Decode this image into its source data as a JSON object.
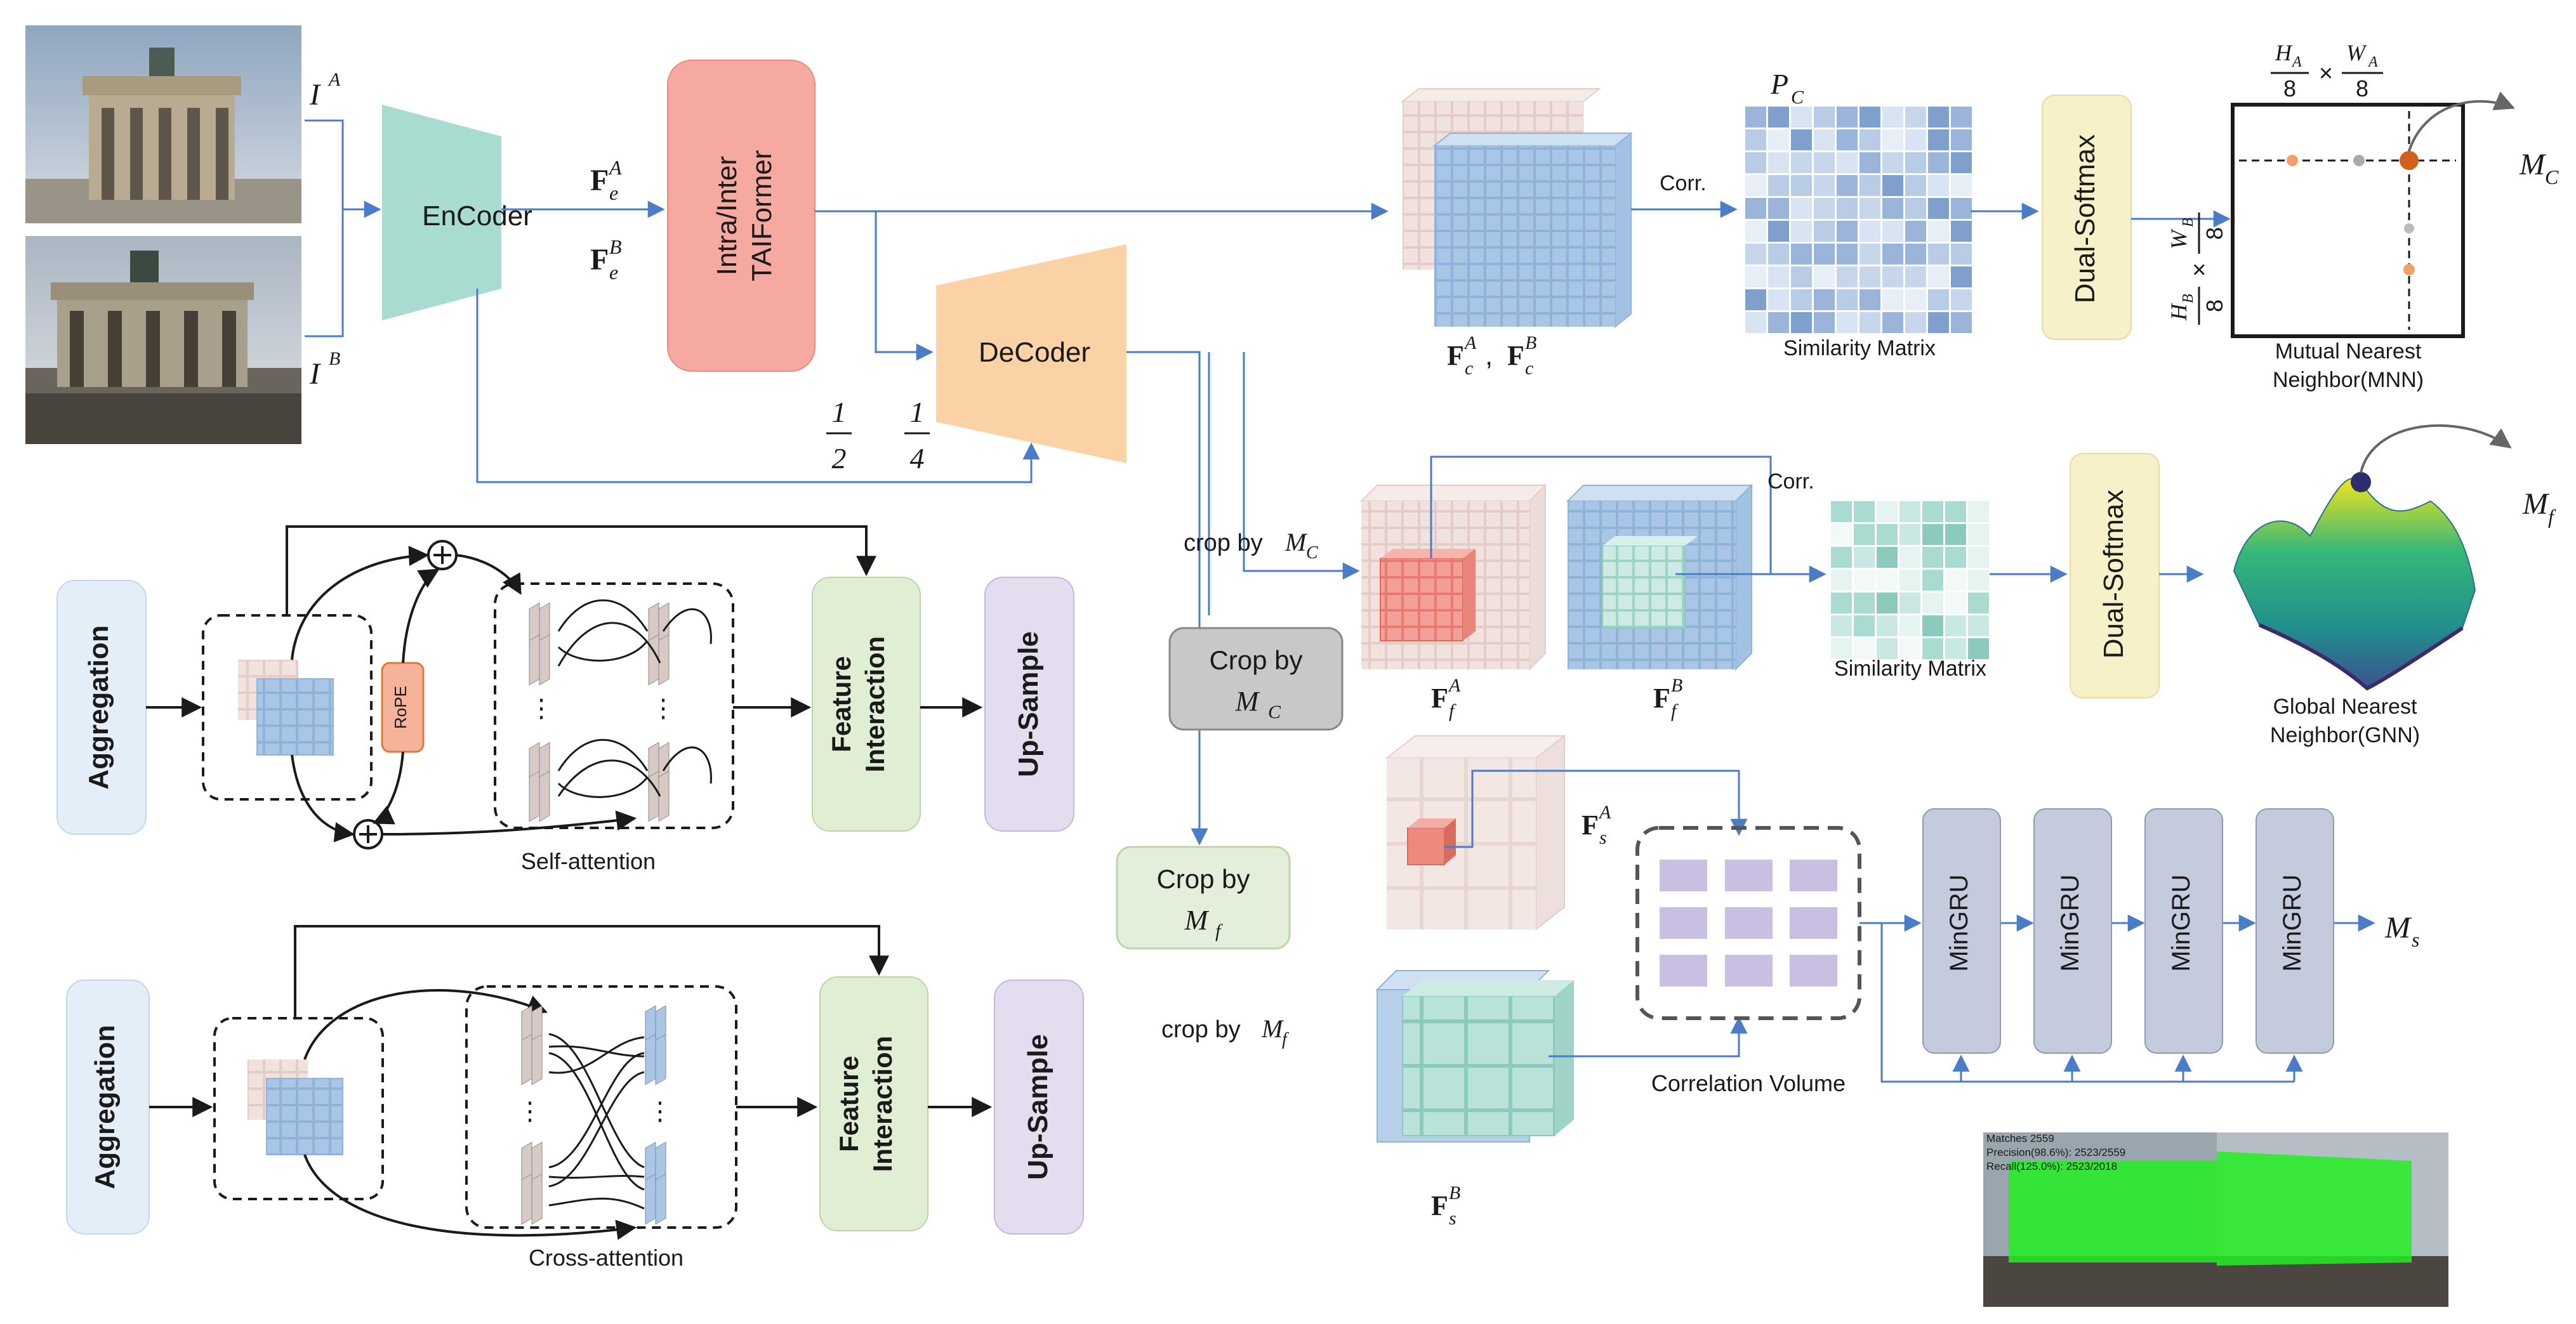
{
  "inputs": {
    "image_a_label": "I",
    "image_a_sup": "A",
    "image_b_label": "I",
    "image_b_sup": "B"
  },
  "encoder": {
    "label": "EnCoder"
  },
  "encoder_features": {
    "a_main": "F",
    "a_sub": "e",
    "a_sup": "A",
    "b_main": "F",
    "b_sub": "e",
    "b_sup": "B"
  },
  "taiformer": {
    "line1": "Intra/Inter",
    "line2": "TAIFormer"
  },
  "decoder": {
    "label": "DeCoder"
  },
  "scales": {
    "half_num": "1",
    "half_den": "2",
    "quarter_num": "1",
    "quarter_den": "4"
  },
  "coarse": {
    "feature_label": "F",
    "feature_sub": "c",
    "feature_a_sup": "A",
    "feature_b_sup": "B",
    "feature_sep": ",",
    "corr_label": "Corr.",
    "pc_main": "P",
    "pc_sub": "C",
    "similarity_label": "Similarity Matrix",
    "dual_softmax": "Dual-Softmax",
    "mnn_line1": "Mutual Nearest",
    "mnn_line2": "Neighbor(MNN)",
    "top_dim": "H_A/8 × W_A/8",
    "side_dim": "H_B/8 × W_B/8",
    "mc_main": "M",
    "mc_sub": "C"
  },
  "fine": {
    "crop_label": "crop by",
    "crop_sym_main": "M",
    "crop_sym_sub": "C",
    "corr_label": "Corr.",
    "ffa_main": "F",
    "ffa_sub": "f",
    "ffa_sup": "A",
    "ffb_main": "F",
    "ffb_sub": "f",
    "ffb_sup": "B",
    "similarity_label": "Similarity Matrix",
    "dual_softmax": "Dual-Softmax",
    "gnn_line1": "Global Nearest",
    "gnn_line2": "Neighbor(GNN)",
    "mf_main": "M",
    "mf_sub": "f"
  },
  "crop_boxes": {
    "crop_mc_line1": "Crop by",
    "crop_mc_main": "M",
    "crop_mc_sub": "C",
    "crop_mf_line1": "Crop by",
    "crop_mf_main": "M",
    "crop_mf_sub": "f",
    "crop_mf_text": "crop by",
    "crop_mf_text_main": "M",
    "crop_mf_text_sub": "f"
  },
  "subpixel": {
    "fsa_main": "F",
    "fsa_sub": "s",
    "fsa_sup": "A",
    "fsb_main": "F",
    "fsb_sub": "s",
    "fsb_sup": "B",
    "corr_volume_label": "Correlation Volume",
    "gru_labels": [
      "MinGRU",
      "MinGRU",
      "MinGRU",
      "MinGRU"
    ],
    "ms_main": "M",
    "ms_sub": "s"
  },
  "self_attention": {
    "aggregation": "Aggregation",
    "rope": "RoPE",
    "feature_interaction_line1": "Feature",
    "feature_interaction_line2": "Interaction",
    "upsample": "Up-Sample",
    "caption": "Self-attention",
    "dots": "⋮"
  },
  "cross_attention": {
    "aggregation": "Aggregation",
    "feature_interaction_line1": "Feature",
    "feature_interaction_line2": "Interaction",
    "upsample": "Up-Sample",
    "caption": "Cross-attention",
    "dots": "⋮"
  },
  "result_overlay": {
    "line1": "Matches 2559",
    "line2": "Precision(98.6%): 2523/2559",
    "line3": "Recall(125.0%): 2523/2018"
  },
  "colors": {
    "encoder": "#a8dcd1",
    "taiformer": "#f5a9a0",
    "decoder": "#fbd2a6",
    "dual_softmax": "#f7f1c9",
    "feature_interaction": "#e0efd4",
    "upsample": "#e4ddf0",
    "aggregation": "#e4eef8",
    "crop_gray": "#c8c8c8",
    "crop_green": "#e3efda",
    "gru": "#c4cbdc",
    "arrow": "#4a7cc7",
    "blue_cube": "#8fb3d9",
    "pink_cube": "#e9d3cf",
    "teal_cube": "#bfe3dc",
    "red_cube": "#ec8a7e",
    "corr_purple": "#c9bfe2",
    "match_green": "#22ee22"
  }
}
